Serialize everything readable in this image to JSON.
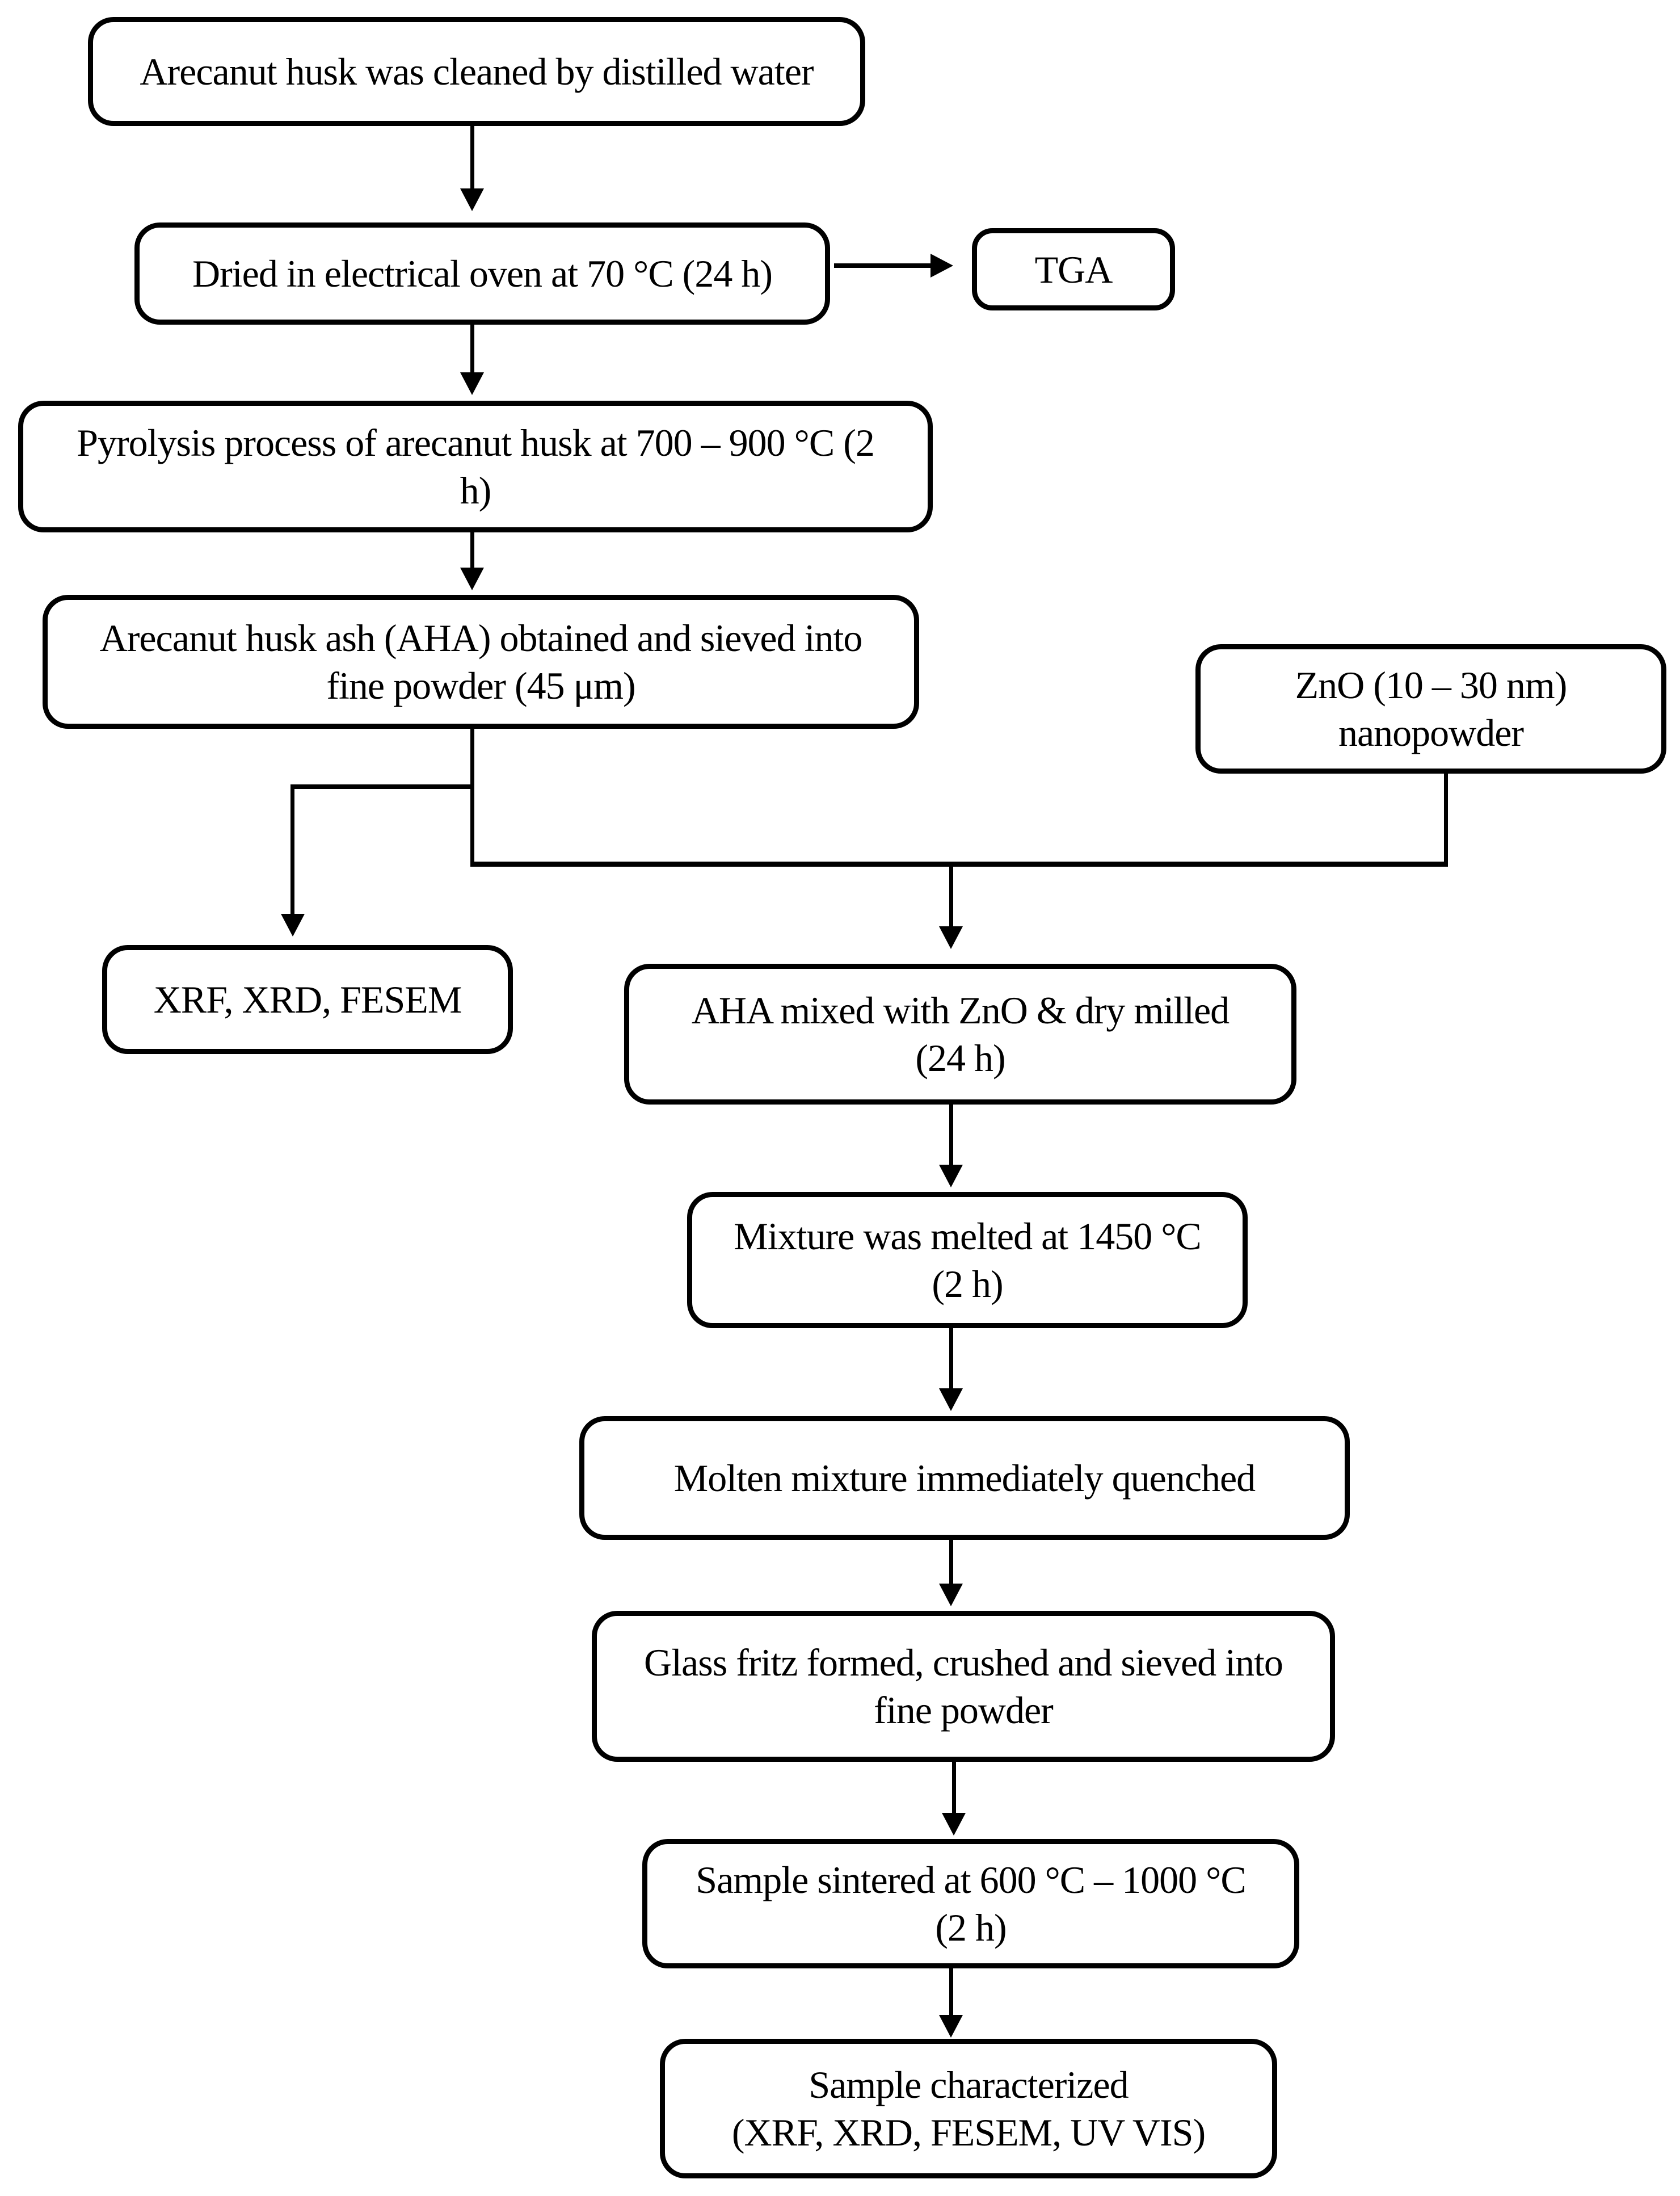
{
  "colors": {
    "stroke": "#000000",
    "background": "#ffffff"
  },
  "flowchart": {
    "boxes": {
      "clean": {
        "lines": [
          "Arecanut husk was cleaned by distilled water"
        ]
      },
      "dried": {
        "lines": [
          "Dried in electrical oven at 70 °C (24 h)"
        ]
      },
      "tga": {
        "lines": [
          "TGA"
        ]
      },
      "pyrolysis": {
        "lines": [
          "Pyrolysis process of arecanut husk at 700 – 900 °C (2",
          "h)"
        ]
      },
      "ash": {
        "lines": [
          "Arecanut husk ash (AHA) obtained and sieved into",
          "fine powder (45 μm)"
        ]
      },
      "zno": {
        "lines": [
          "ZnO (10 – 30 nm)",
          "nanopowder"
        ]
      },
      "xrf": {
        "lines": [
          "XRF, XRD, FESEM"
        ]
      },
      "mixed": {
        "lines": [
          "AHA mixed with ZnO & dry milled",
          "(24 h)"
        ]
      },
      "melted": {
        "lines": [
          "Mixture was melted at 1450 °C",
          "(2 h)"
        ]
      },
      "quenched": {
        "lines": [
          "Molten mixture immediately quenched"
        ]
      },
      "fritz": {
        "lines": [
          "Glass fritz formed, crushed and sieved into",
          "fine powder"
        ]
      },
      "sintered": {
        "lines": [
          "Sample sintered at 600 °C – 1000 °C",
          "(2 h)"
        ]
      },
      "characterized": {
        "lines": [
          "Sample characterized",
          "(XRF, XRD, FESEM, UV VIS)"
        ]
      }
    }
  }
}
